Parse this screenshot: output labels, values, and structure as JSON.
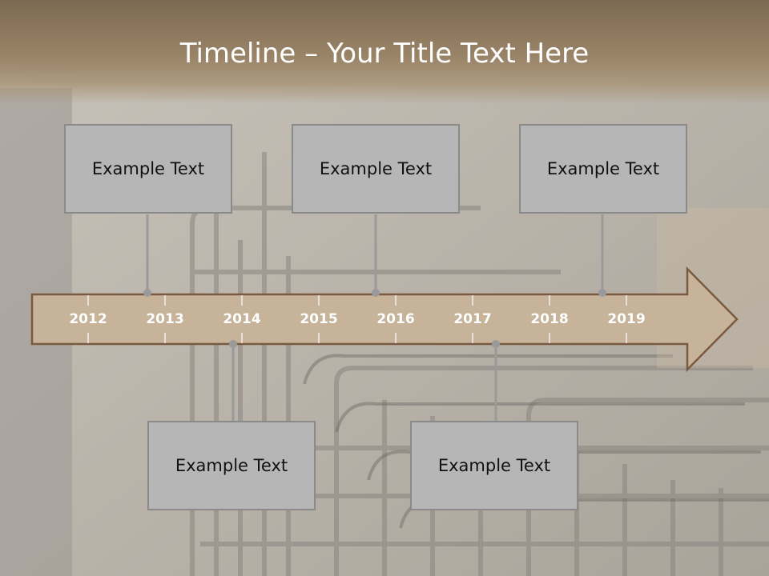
{
  "slide": {
    "title": "Timeline – Your Title Text Here"
  },
  "timeline": {
    "years": [
      "2012",
      "2013",
      "2014",
      "2015",
      "2016",
      "2017",
      "2018",
      "2019"
    ],
    "top_events": [
      {
        "text": "Example Text"
      },
      {
        "text": "Example Text"
      },
      {
        "text": "Example Text"
      }
    ],
    "bottom_events": [
      {
        "text": "Example Text"
      },
      {
        "text": "Example Text"
      }
    ]
  },
  "colors": {
    "arrow_fill": "#c6b39a",
    "arrow_stroke": "#7a5a3e",
    "box_fill": "#b6b6b6",
    "connector": "#9a9a9a"
  }
}
